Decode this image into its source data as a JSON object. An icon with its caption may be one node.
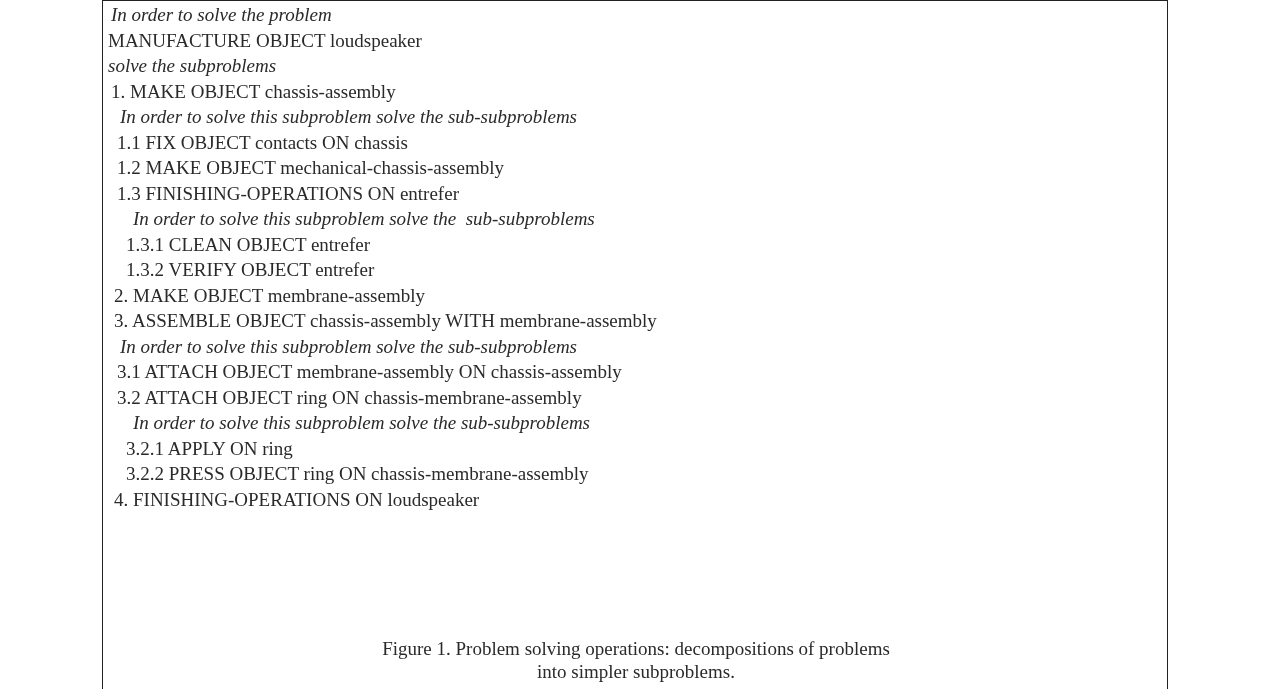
{
  "diagram": {
    "caption": "Figure 1. Problem solving operations: decompositions of problems into simpler subproblems.",
    "nodes": [
      {
        "text": [
          "In order to solve the problem",
          "MANUFACTURE OBJECT loudspeaker",
          "solve the subproblems",
          "1. MAKE OBJECT chassis-assembly",
          "In order to solve this subproblem solve the sub-subproblems",
          "1.1 FIX OBJECT contacts ON chassis",
          "1.2 MAKE OBJECT mechanical-chassis-assembly",
          "1.3 FINISHING-OPERATIONS ON entrefer",
          "In order to solve this subproblem solve the  sub-subproblems",
          "1.3.1 CLEAN OBJECT entrefer",
          "1.3.2 VERIFY OBJECT entrefer",
          "2. MAKE OBJECT membrane-assembly",
          "3. ASSEMBLE OBJECT chassis-assembly WITH membrane-assembly",
          "In order to solve this subproblem solve the sub-subproblems",
          "3.1 ATTACH OBJECT membrane-assembly ON chassis-assembly",
          "3.2 ATTACH OBJECT ring ON chassis-membrane-assembly",
          "In order to solve this subproblem solve the sub-subproblems",
          "3.2.1 APPLY ON ring",
          "3.2.2 PRESS OBJECT ring ON chassis-membrane-assembly",
          "4. FINISHING-OPERATIONS ON loudspeaker"
        ]
      }
    ]
  }
}
